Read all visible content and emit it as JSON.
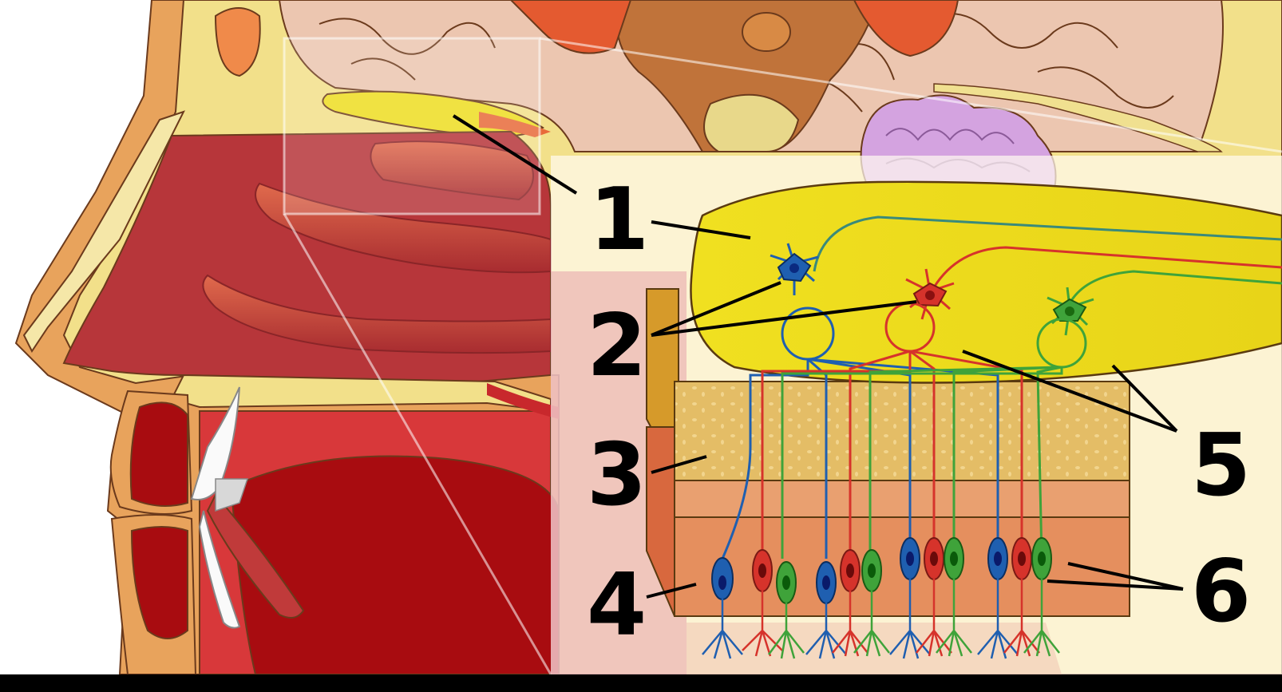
{
  "labels": {
    "l1": "1",
    "l2": "2",
    "l3": "3",
    "l4": "4",
    "l5": "5",
    "l6": "6"
  },
  "colors": {
    "background": "#000000",
    "skin": "#e8a35c",
    "bone": "#f2e08a",
    "brain": "#ecc6b0",
    "nasal_cavity": "#b7363a",
    "olfactory_bulb": "#eedd22",
    "cribriform_plate": "#e3c06a",
    "epithelium": "#e58f5e",
    "neuron_blue": "#1f5fb0",
    "neuron_red": "#d6332b",
    "neuron_green": "#3fa33a"
  }
}
